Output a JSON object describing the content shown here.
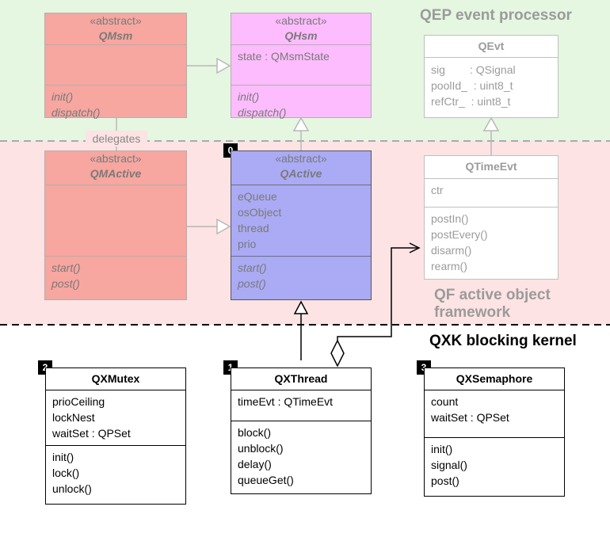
{
  "zones": {
    "qep_label": "QEP event processor",
    "qf_label_line1": "QF active object",
    "qf_label_line2": "framework",
    "qxk_label": "QXK blocking kernel",
    "colors": {
      "qep_bg": "#e5f6e1",
      "qf_bg": "#fde3e3",
      "qxk_bg": "#ffffff",
      "label": "#9b9b9b"
    }
  },
  "connector_labels": {
    "delegates": "delegates"
  },
  "badges": {
    "qactive": "0",
    "qxthread": "1",
    "qxmutex": "2",
    "qxsemaphore": "3"
  },
  "classes": {
    "qmsm": {
      "stereotype": "«abstract»",
      "name": "QMsm",
      "attributes": [],
      "operations": [
        "init()",
        "dispatch()"
      ]
    },
    "qhsm": {
      "stereotype": "«abstract»",
      "name": "QHsm",
      "attributes": [
        "state : QMsmState"
      ],
      "operations": [
        "init()",
        "dispatch()"
      ]
    },
    "qevt": {
      "name": "QEvt",
      "attributes": [
        "sig        : QSignal",
        "poolId_  : uint8_t",
        "refCtr_  : uint8_t"
      ],
      "operations": []
    },
    "qmactive": {
      "stereotype": "«abstract»",
      "name": "QMActive",
      "attributes": [],
      "operations": [
        "start()",
        "post()"
      ]
    },
    "qactive": {
      "stereotype": "«abstract»",
      "name": "QActive",
      "attributes": [
        "eQueue",
        "osObject",
        "thread",
        "prio"
      ],
      "operations": [
        "start()",
        "post()"
      ]
    },
    "qtimeevt": {
      "name": "QTimeEvt",
      "attributes": [
        "ctr"
      ],
      "operations": [
        "postIn()",
        "postEvery()",
        "disarm()",
        "rearm()"
      ]
    },
    "qxmutex": {
      "name": "QXMutex",
      "attributes": [
        "prioCeiling",
        "lockNest",
        "waitSet : QPSet"
      ],
      "operations": [
        "init()",
        "lock()",
        "unlock()"
      ]
    },
    "qxthread": {
      "name": "QXThread",
      "attributes": [
        "timeEvt : QTimeEvt"
      ],
      "operations": [
        "block()",
        "unblock()",
        "delay()",
        "queueGet()"
      ]
    },
    "qxsemaphore": {
      "name": "QXSemaphore",
      "attributes": [
        "count",
        "waitSet : QPSet"
      ],
      "operations": [
        "init()",
        "signal()",
        "post()"
      ]
    }
  }
}
